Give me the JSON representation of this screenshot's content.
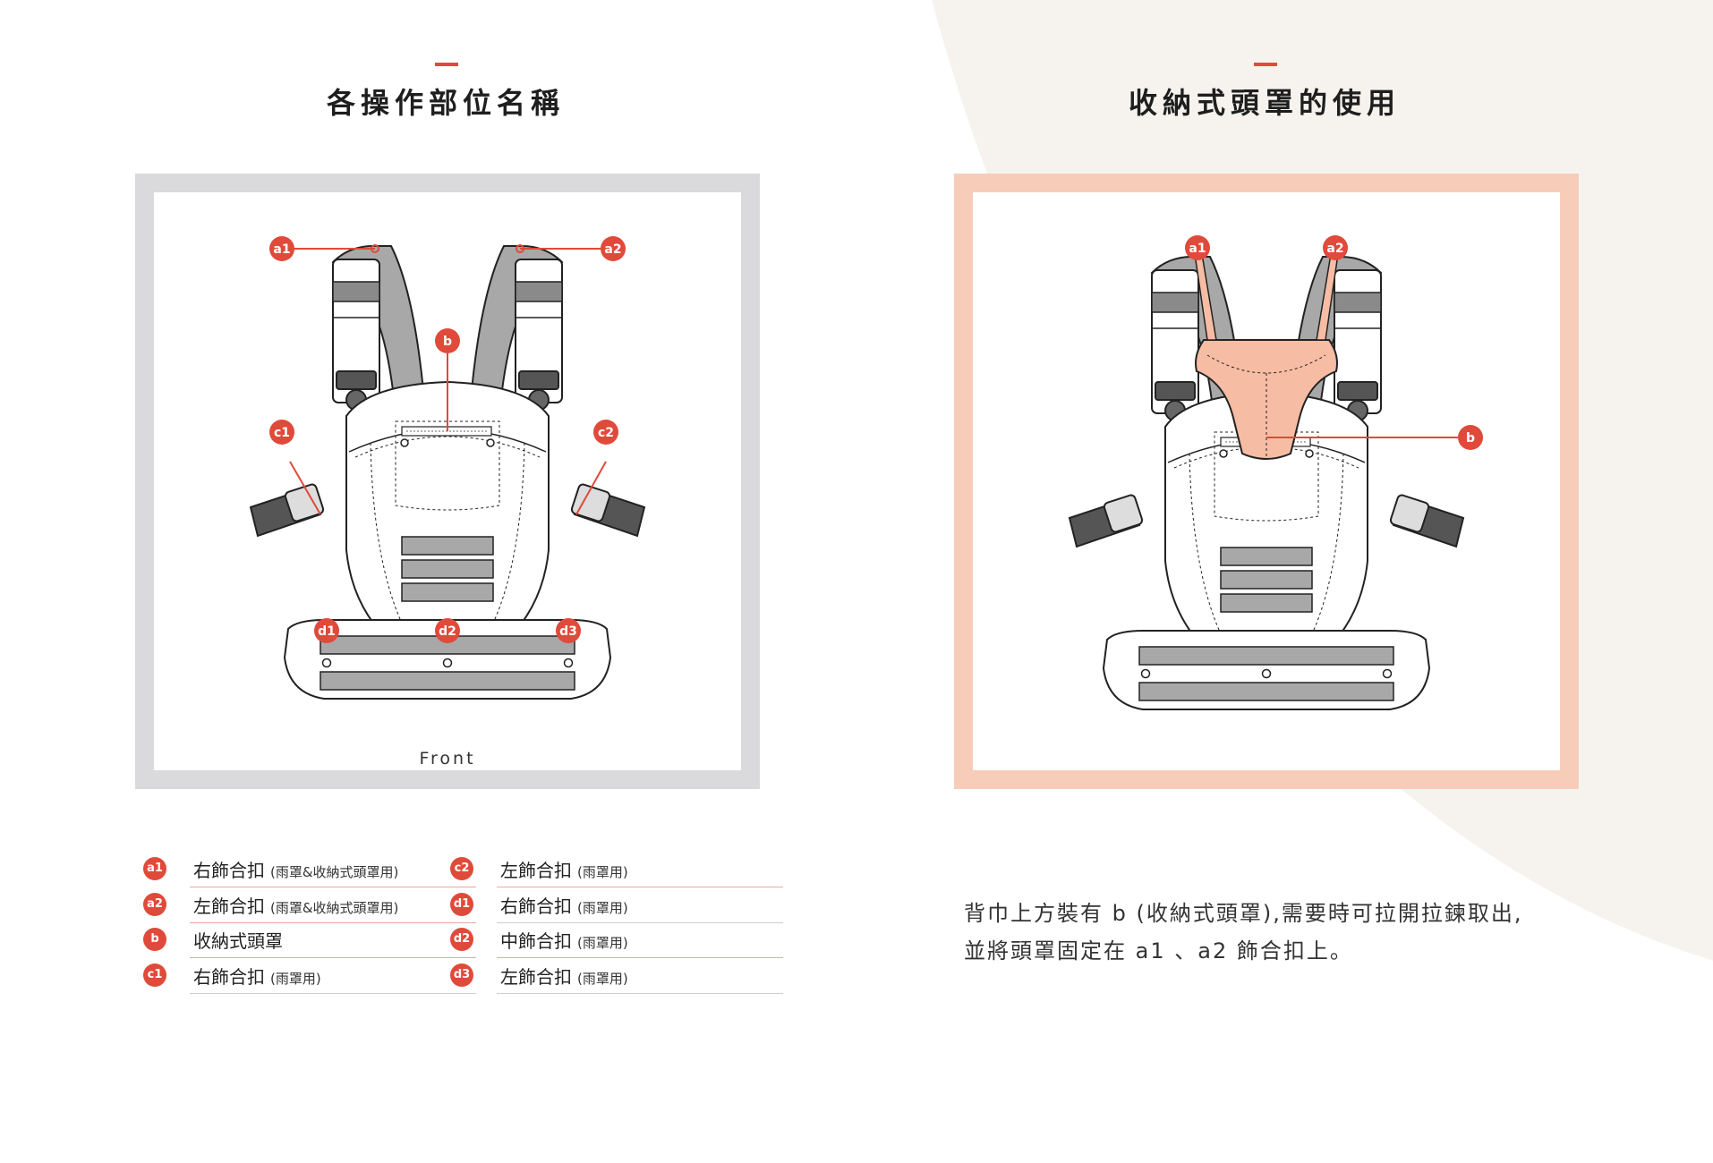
{
  "left_section": {
    "title": "各操作部位名稱",
    "diagram_caption": "Front",
    "markers": [
      "a1",
      "a2",
      "b",
      "c1",
      "c2",
      "d1",
      "d2",
      "d3"
    ]
  },
  "right_section": {
    "title": "收納式頭罩的使用",
    "markers": [
      "a1",
      "a2",
      "b"
    ],
    "description_line1": "背巾上方裝有 b (收納式頭罩),需要時可拉開拉鍊取出,",
    "description_line2": "並將頭罩固定在 a1 、a2 飾合扣上。"
  },
  "legend": [
    {
      "badge": "a1",
      "name": "右飾合扣",
      "note": "(雨罩&收納式頭罩用)"
    },
    {
      "badge": "a2",
      "name": "左飾合扣",
      "note": "(雨罩&收納式頭罩用)"
    },
    {
      "badge": "b",
      "name": "收納式頭罩",
      "note": ""
    },
    {
      "badge": "c1",
      "name": "右飾合扣",
      "note": "(雨罩用)"
    },
    {
      "badge": "c2",
      "name": "左飾合扣",
      "note": "(雨罩用)"
    },
    {
      "badge": "d1",
      "name": "右飾合扣",
      "note": "(雨罩用)"
    },
    {
      "badge": "d2",
      "name": "中飾合扣",
      "note": "(雨罩用)"
    },
    {
      "badge": "d3",
      "name": "左飾合扣",
      "note": "(雨罩用)"
    }
  ],
  "colors": {
    "accent": "#e04a3a",
    "left_frame": "#dadadc",
    "right_frame": "#f7cdb9",
    "hood": "#f6bca4",
    "right_bg": "#f6f3ee"
  }
}
